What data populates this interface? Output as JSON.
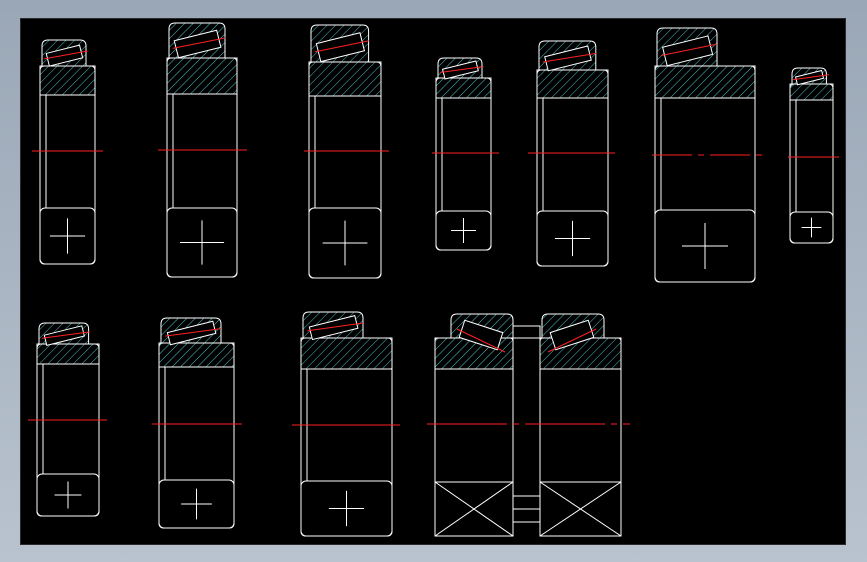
{
  "window": {
    "background": "#000000",
    "frame": "#a5b0bd"
  },
  "colors": {
    "outline": "#ffffff",
    "hatch": "#4fc0c8",
    "centerline": "#ff2020"
  },
  "drawing": {
    "title": "",
    "bearing_type": "tapered roller bearing",
    "views": [
      {
        "name": "view-1-1",
        "row": 1
      },
      {
        "name": "view-1-2",
        "row": 1
      },
      {
        "name": "view-1-3",
        "row": 1
      },
      {
        "name": "view-1-4",
        "row": 1
      },
      {
        "name": "view-1-5",
        "row": 1
      },
      {
        "name": "view-1-6",
        "row": 1
      },
      {
        "name": "view-1-7",
        "row": 1
      },
      {
        "name": "view-2-1",
        "row": 2
      },
      {
        "name": "view-2-2",
        "row": 2
      },
      {
        "name": "view-2-3",
        "row": 2
      },
      {
        "name": "view-2-4-double-row",
        "row": 2
      }
    ]
  }
}
